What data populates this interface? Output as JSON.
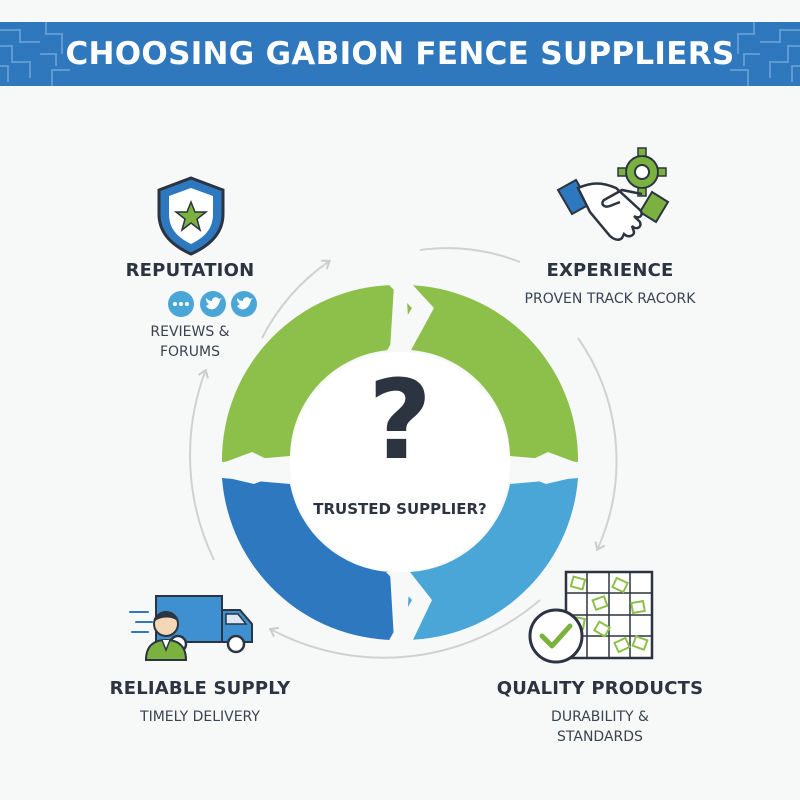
{
  "header": {
    "title": "CHOOSING GABION FENCE SUPPLIERS"
  },
  "center": {
    "symbol": "?",
    "label": "TRUSTED SUPPLIER?"
  },
  "nodes": {
    "reputation": {
      "title": "REPUTATION",
      "subtitle_line1": "REVIEWS &",
      "subtitle_line2": "FORUMS",
      "icon": "shield-star-icon"
    },
    "experience": {
      "title": "EXPERIENCE",
      "subtitle": "PROVEN TRACK RACORK",
      "icon": "handshake-gear-icon"
    },
    "quality": {
      "title": "QUALITY PRODUCTS",
      "subtitle_line1": "DURABILITY &",
      "subtitle_line2": "STANDARDS",
      "icon": "gabion-mesh-check-icon"
    },
    "supply": {
      "title": "RELIABLE SUPPLY",
      "subtitle": "TIMELY DELIVERY",
      "icon": "delivery-truck-icon"
    }
  },
  "colors": {
    "header_blue": "#2f78bd",
    "green": "#8dc04a",
    "blue_light": "#4ba6d8",
    "blue_dark": "#2d78be",
    "text_dark": "#2b3440"
  }
}
